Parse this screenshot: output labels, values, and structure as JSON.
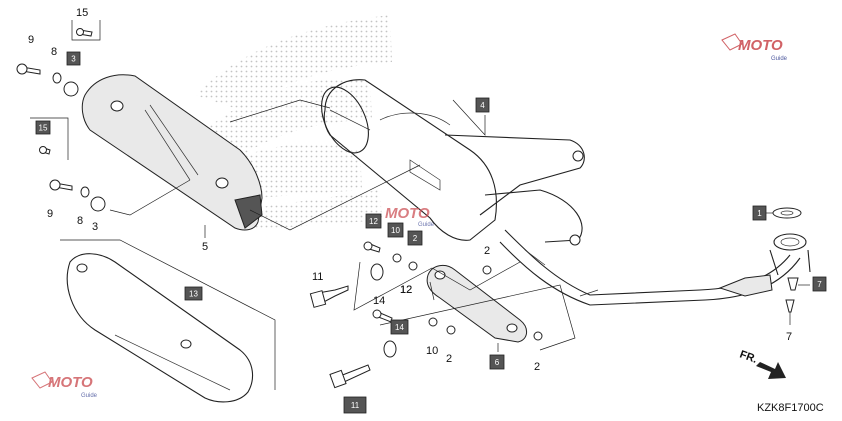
{
  "diagram_code": "KZK8F1700C",
  "direction_label": "FR.",
  "watermark": {
    "brand": "MOTO",
    "sub": "Guide",
    "colors": {
      "mo": "#c9474c",
      "to": "#2d3a8c"
    }
  },
  "labels": {
    "l15a": "15",
    "l9a": "9",
    "l8a": "8",
    "l3a": "3",
    "l15b": "15",
    "l9b": "9",
    "l8b": "8",
    "l3b": "3",
    "l5": "5",
    "l13": "13",
    "l4": "4",
    "l1": "1",
    "l7a": "7",
    "l7b": "7",
    "l12a": "12",
    "l10a": "10",
    "l2a": "2",
    "l2b": "2",
    "l11a": "11",
    "l14a": "14",
    "l12b": "12",
    "l14b": "14",
    "l10b": "10",
    "l2c": "2",
    "l6": "6",
    "l2d": "2",
    "l11b": "11"
  },
  "colors": {
    "box_fill": "#555555",
    "line": "#222222"
  }
}
